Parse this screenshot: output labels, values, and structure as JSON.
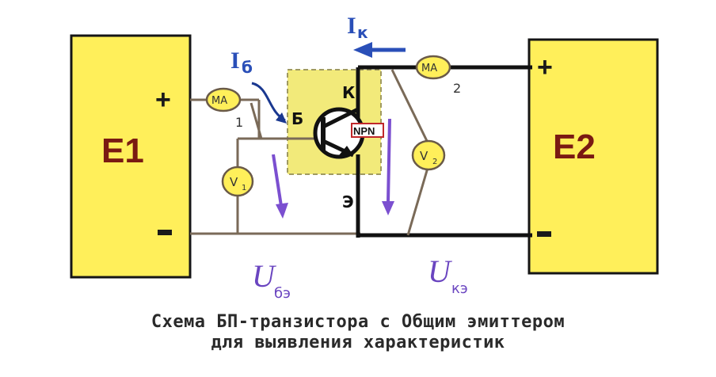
{
  "caption": {
    "line1": "Схема БП-транзистора с Общим эмиттером",
    "line2": "для выявления характеристик"
  },
  "sources": {
    "e1": {
      "label": "E1",
      "plus": "+",
      "minus": "-"
    },
    "e2": {
      "label": "E2",
      "plus": "+",
      "minus": "-"
    }
  },
  "meters": {
    "ma1": {
      "label": "MA",
      "index": "1"
    },
    "ma2": {
      "label": "MA",
      "index": "2"
    },
    "v1": {
      "label": "V",
      "index": "1"
    },
    "v2": {
      "label": "V",
      "index": "2"
    }
  },
  "transistor": {
    "type_label": "NPN",
    "base": "Б",
    "collector": "К",
    "emitter": "Э"
  },
  "currents": {
    "base": {
      "symbol": "I",
      "sub": "б"
    },
    "collector": {
      "symbol": "I",
      "sub": "к"
    }
  },
  "voltages": {
    "be": {
      "symbol": "U",
      "sub": "бэ"
    },
    "ce": {
      "symbol": "U",
      "sub": "кэ"
    }
  },
  "colors": {
    "source_fill": "#ffef5a",
    "source_label": "#7a1a12",
    "wire": "#7a6a58",
    "wire_heavy": "#111111",
    "current_arrow": "#2a4fb8",
    "voltage_arrow": "#7b4fd0",
    "meter_fill": "#ffef5a",
    "npn_border": "#c0282a",
    "transistor_area": "#f2ea7a"
  }
}
